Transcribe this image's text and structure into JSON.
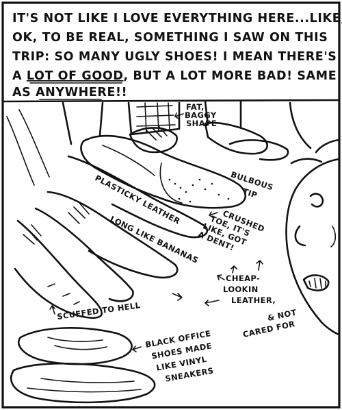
{
  "caption": {
    "line1": "IT'S NOT LIKE I LOVE EVERYTHING HERE...LIKE,",
    "line2": "OK, TO BE REAL, SOMETHING I SAW ON THIS",
    "line3": "TRIP: SO MANY UGLY SHOES! I MEAN THERE'S",
    "line4_pre": "A ",
    "line4_underlined": "LOT OF GOOD",
    "line4_post": ", BUT A LOT MORE BAD! SAME",
    "line5": "AS ANYWHERE!!"
  },
  "annotations": {
    "fat_baggy_shape": [
      "FAT,",
      "BAGGY",
      "SHAPE"
    ],
    "bulbous_tip": [
      "BULBOUS",
      "TIP"
    ],
    "plasticky_leather": "PLASTICKY LEATHER",
    "crushed_toe": [
      "CRUSHED",
      "TOE, IT'S",
      "LIKE, GOT",
      "A DENT!"
    ],
    "long_like_bananas": "LONG LIKE BANANAS",
    "cheap_lookin_leather": [
      "CHEAP-",
      "LOOKIN",
      "LEATHER,"
    ],
    "scuffed_to_hell": "SCUFFED TO HELL",
    "not_cared_for": [
      "& NOT",
      "CARED FOR"
    ],
    "black_office_shoes": [
      "BLACK OFFICE",
      "SHOES MADE",
      "LIKE VINYL",
      "SNEAKERS"
    ]
  }
}
